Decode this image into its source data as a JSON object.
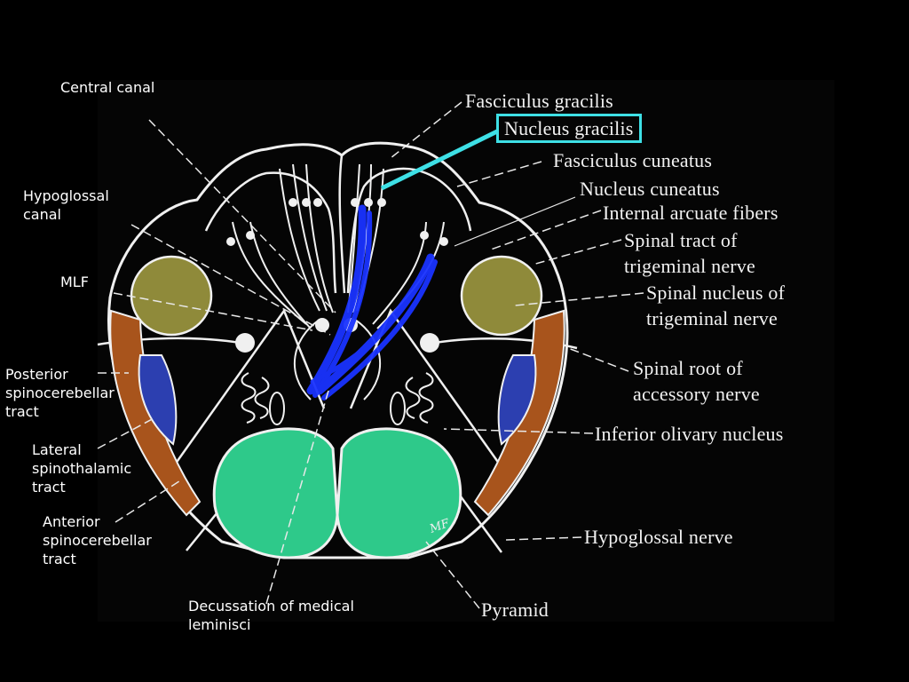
{
  "diagram": {
    "left_labels": {
      "central_canal": "Central canal",
      "hypoglossal_canal_1": "Hypoglossal",
      "hypoglossal_canal_2": "canal",
      "mlf": "MLF",
      "posterior_sc_1": "Posterior",
      "posterior_sc_2": "spinocerebellar",
      "posterior_sc_3": "tract",
      "lateral_st_1": "Lateral",
      "lateral_st_2": "spinothalamic",
      "lateral_st_3": "tract",
      "anterior_sc_1": "Anterior",
      "anterior_sc_2": "spinocerebellar",
      "anterior_sc_3": "tract",
      "decussation_1": "Decussation of medical",
      "decussation_2": "leminisci"
    },
    "right_labels": {
      "fasciculus_gracilis": "Fasciculus gracilis",
      "nucleus_gracilis": "Nucleus gracilis",
      "fasciculus_cuneatus": "Fasciculus cuneatus",
      "nucleus_cuneatus": "Nucleus cuneatus",
      "internal_arcuate": "Internal arcuate fibers",
      "spinal_tract_1": "Spinal tract of",
      "spinal_tract_2": "trigeminal nerve",
      "spinal_nucleus_1": "Spinal nucleus of",
      "spinal_nucleus_2": "trigeminal nerve",
      "spinal_root_1": "Spinal root of",
      "spinal_root_2": "accessory nerve",
      "inferior_olivary": "Inferior olivary nucleus",
      "hypoglossal_nerve": "Hypoglossal nerve",
      "pyramid": "Pyramid"
    },
    "signature": "MF",
    "colors": {
      "background": "#000000",
      "outline": "#f0f0f0",
      "pyramid": "#2ec98a",
      "trigeminal_nucleus": "#8f8a3a",
      "spinocerebellar": "#a8541c",
      "spinothalamic": "#2c3fb0",
      "medial_lemniscus": "#1a33ff",
      "highlight": "#3ee0e6"
    }
  }
}
